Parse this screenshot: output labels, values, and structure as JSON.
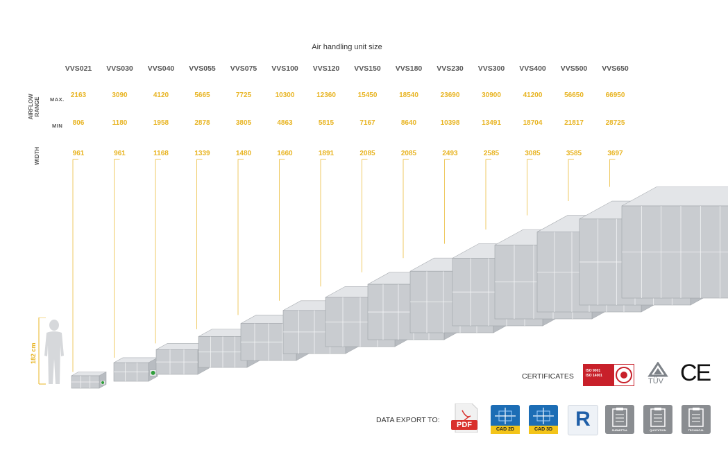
{
  "header": {
    "title": "Air handling unit size"
  },
  "row_labels": {
    "airflow": "AIRFLOW\nRANGE",
    "max": "MAX.",
    "min": "MIN",
    "width": "WIDTH"
  },
  "person_height": "182 cm",
  "units": [
    {
      "model": "VVS021",
      "max": "2163",
      "min": "806",
      "width": "961"
    },
    {
      "model": "VVS030",
      "max": "3090",
      "min": "1180",
      "width": "961"
    },
    {
      "model": "VVS040",
      "max": "4120",
      "min": "1958",
      "width": "1168"
    },
    {
      "model": "VVS055",
      "max": "5665",
      "min": "2878",
      "width": "1339"
    },
    {
      "model": "VVS075",
      "max": "7725",
      "min": "3805",
      "width": "1480"
    },
    {
      "model": "VVS100",
      "max": "10300",
      "min": "4863",
      "width": "1660"
    },
    {
      "model": "VVS120",
      "max": "12360",
      "min": "5815",
      "width": "1891"
    },
    {
      "model": "VVS150",
      "max": "15450",
      "min": "7167",
      "width": "2085"
    },
    {
      "model": "VVS180",
      "max": "18540",
      "min": "8640",
      "width": "2085"
    },
    {
      "model": "VVS230",
      "max": "23690",
      "min": "10398",
      "width": "2493"
    },
    {
      "model": "VVS300",
      "max": "30900",
      "min": "13491",
      "width": "2585"
    },
    {
      "model": "VVS400",
      "max": "41200",
      "min": "18704",
      "width": "3085"
    },
    {
      "model": "VVS500",
      "max": "56650",
      "min": "21817",
      "width": "3585"
    },
    {
      "model": "VVS650",
      "max": "66950",
      "min": "28725",
      "width": "3697"
    }
  ],
  "certificates": {
    "label": "CERTIFICATES",
    "iso_lines": [
      "ISO 9001",
      "ISO 14001"
    ],
    "tuv": "TÜV",
    "ce": "CE"
  },
  "export": {
    "label": "DATA EXPORT TO:",
    "pdf": "PDF",
    "cad2d": "CAD 2D",
    "cad3d": "CAD 3D",
    "revit": "R",
    "submittal": "SUBMITTAL",
    "quotation": "QUOTATION",
    "technical": "TECHNICAL"
  },
  "colors": {
    "accent_yellow": "#e8b422",
    "unit_gray": "#c9ccd0",
    "fan_green": "#2f9e3a",
    "pdf_red": "#d9302c",
    "cad_blue": "#1c6db5",
    "iso_red": "#c8202a"
  }
}
